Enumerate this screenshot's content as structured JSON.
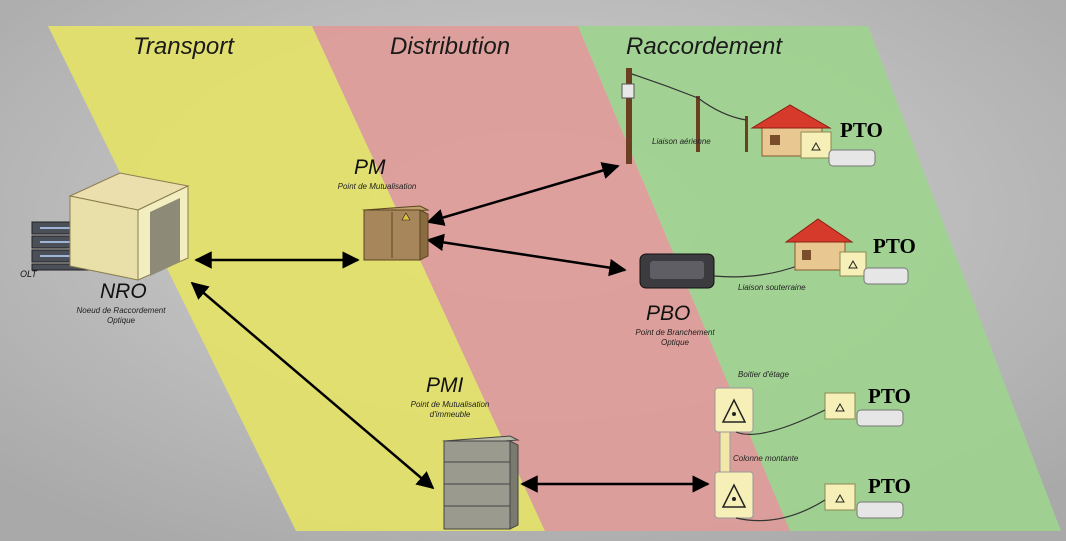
{
  "zones": {
    "transport": "Transport",
    "distribution": "Distribution",
    "raccordement": "Raccordement"
  },
  "colors": {
    "transport": "#e3e169",
    "distribution": "#df9c98",
    "raccordement": "#9fd38f",
    "background": "#bdbdbd",
    "roof": "#d63a2a",
    "house_wall": "#e8c890",
    "cabinet": "#a6865a"
  },
  "nodes": {
    "nro": {
      "title": "NRO",
      "subtitle_line1": "Noeud de Raccordement",
      "subtitle_line2": "Optique",
      "olt_label": "OLT"
    },
    "pm": {
      "title": "PM",
      "subtitle": "Point de Mutualisation"
    },
    "pmi": {
      "title": "PMI",
      "subtitle_line1": "Point de Mutualisation",
      "subtitle_line2": "d'immeuble"
    },
    "pbo": {
      "title": "PBO",
      "subtitle_line1": "Point de Branchement",
      "subtitle_line2": "Optique"
    }
  },
  "links": {
    "aerial": "Liaison aérienne",
    "underground": "Liaison souterraine",
    "floor_box": "Boitier d'étage",
    "riser": "Colonne montante"
  },
  "pto": [
    "PTO",
    "PTO",
    "PTO",
    "PTO"
  ],
  "icons": [
    "olt-rack-icon",
    "nro-building-icon",
    "pm-cabinet-icon",
    "pmi-cabinet-icon",
    "pbo-box-icon",
    "pole-icon",
    "house-icon",
    "pto-outlet-icon",
    "router-icon",
    "floor-box-icon"
  ]
}
